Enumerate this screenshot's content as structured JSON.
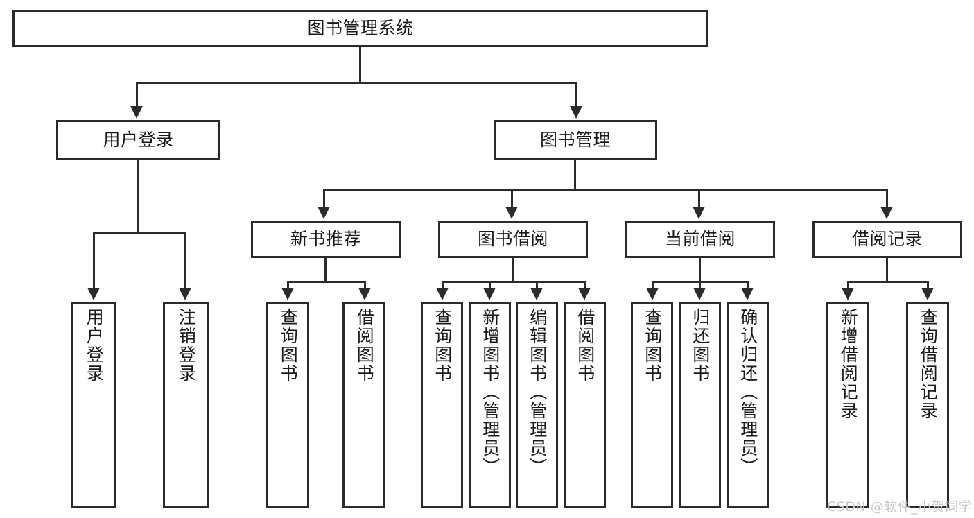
{
  "diagram": {
    "title": "图书管理系统",
    "type": "hierarchical-tree",
    "colors": {
      "stroke": "#2b2b2b",
      "fill": "#ffffff",
      "text": "#1a1a1a",
      "watermark": "#c9c9c9"
    },
    "root": {
      "label": "图书管理系统"
    },
    "level2": [
      {
        "label": "用户登录"
      },
      {
        "label": "图书管理"
      }
    ],
    "level3": [
      {
        "label": "新书推荐"
      },
      {
        "label": "图书借阅"
      },
      {
        "label": "当前借阅"
      },
      {
        "label": "借阅记录"
      }
    ],
    "leaves": {
      "user_login": [
        {
          "label": "用户登录"
        },
        {
          "label": "注销登录"
        }
      ],
      "new_book_recommend": [
        {
          "label": "查询图书"
        },
        {
          "label": "借阅图书"
        }
      ],
      "book_borrow": [
        {
          "label": "查询图书"
        },
        {
          "label": "新增图书（管理员）"
        },
        {
          "label": "编辑图书（管理员）"
        },
        {
          "label": "借阅图书"
        }
      ],
      "current_borrow": [
        {
          "label": "查询图书"
        },
        {
          "label": "归还图书"
        },
        {
          "label": "确认归还（管理员）"
        }
      ],
      "borrow_record": [
        {
          "label": "新增借阅记录"
        },
        {
          "label": "查询借阅记录"
        }
      ]
    }
  },
  "watermark": {
    "text": "CSDN @软件_小贺同学"
  }
}
